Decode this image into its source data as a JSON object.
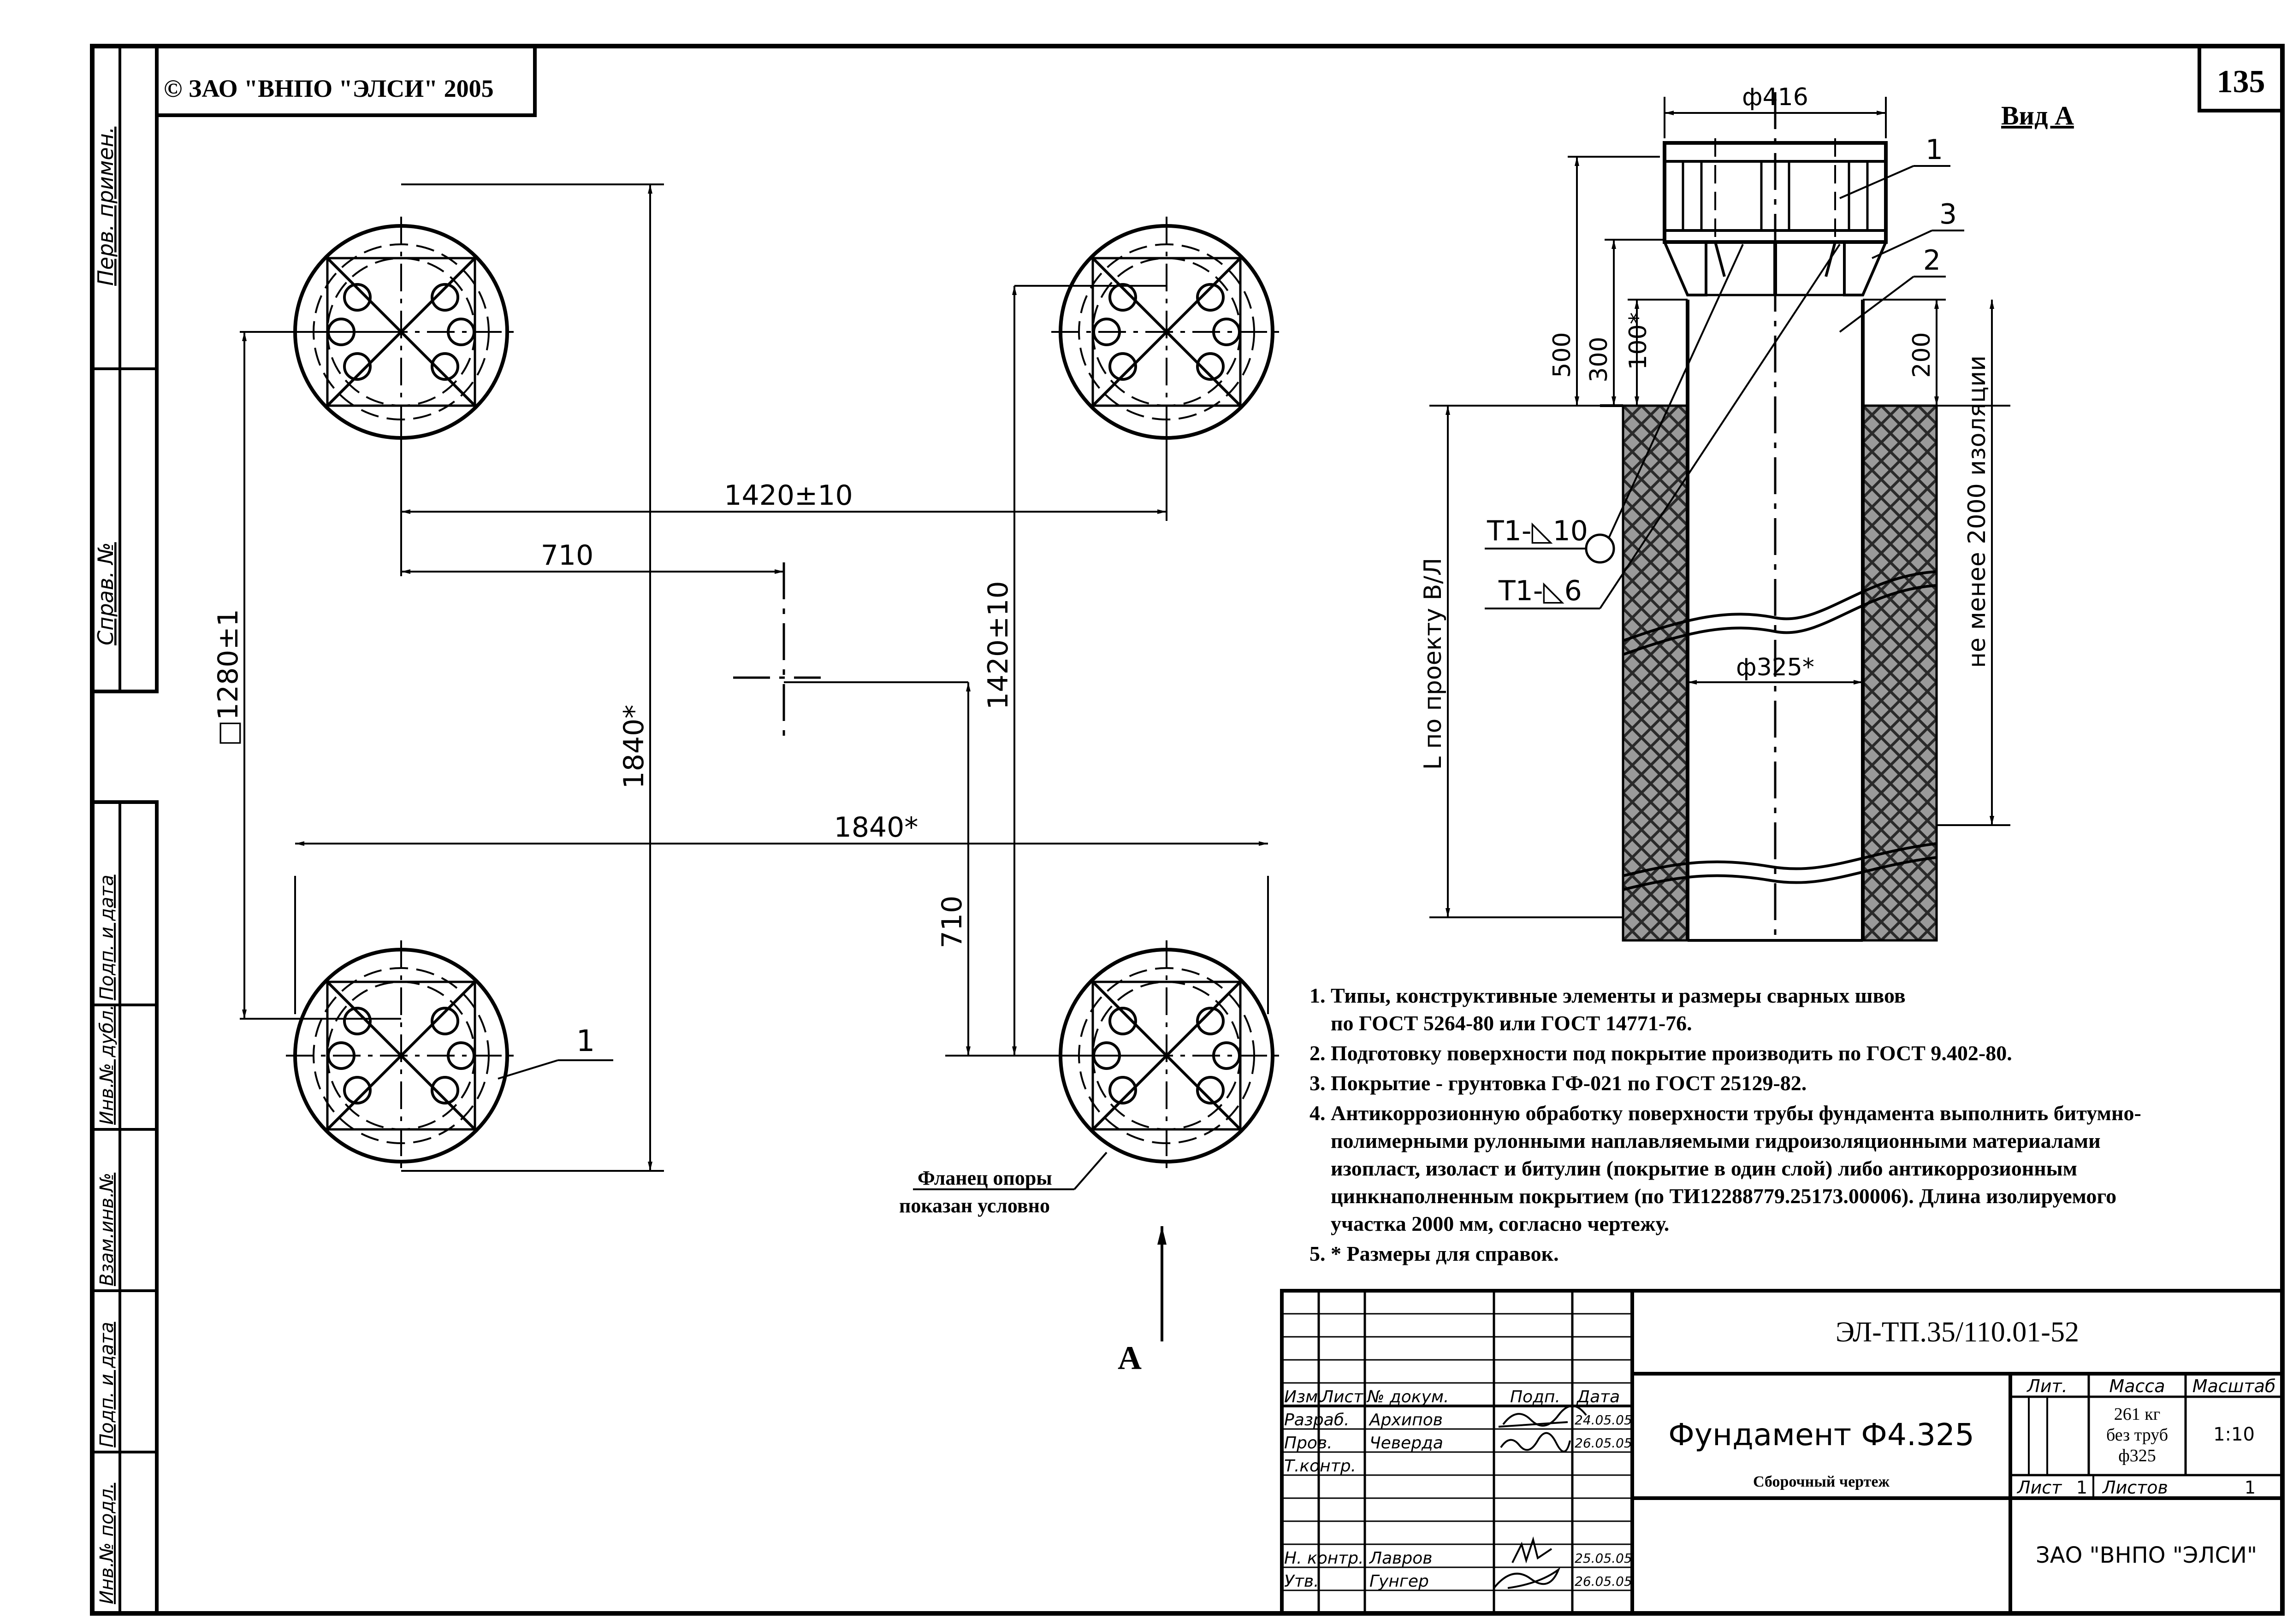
{
  "copyright": "© ЗАО \"ВНПО \"ЭЛСИ\" 2005",
  "sheet_number": "135",
  "view_label": "Вид А",
  "side_stamps": {
    "perv_primen": "Перв. примен.",
    "sprav_no": "Справ. №",
    "podp_i_data_1": "Подп. и дата",
    "inv_no_dubl": "Инв.№ дубл.",
    "vzam_inv_no": "Взам.инв.№",
    "podp_i_data_2": "Подп. и дата",
    "inv_no_podl": "Инв.№ подл."
  },
  "plan_view": {
    "dim_1420_h": "1420±10",
    "dim_710_h": "710",
    "dim_1420_v": "1420±10",
    "dim_1280": "□1280±1",
    "dim_1840_v": "1840*",
    "dim_1840_h": "1840*",
    "dim_710_v": "710",
    "callout_1": "1",
    "flange_note_line1": "Фланец опоры",
    "flange_note_line2": "показан условно",
    "arrow_label": "А"
  },
  "section_view": {
    "dim_d416": "ф416",
    "dim_500": "500",
    "dim_300": "300",
    "dim_100": "100*",
    "dim_200": "200",
    "dim_insulation": "не менее 2000 изоляции",
    "dim_length": "L по проекту В/Л",
    "dim_d325": "ф325*",
    "weld_1": "Т1-◺10",
    "weld_2": "Т1-◺6",
    "callout_1": "1",
    "callout_2": "2",
    "callout_3": "3"
  },
  "notes": [
    "1. Типы, конструктивные элементы и размеры сварных швов",
    "    по ГОСТ 5264-80 или ГОСТ 14771-76.",
    "2. Подготовку поверхности под покрытие производить по ГОСТ 9.402-80.",
    "3. Покрытие - грунтовка ГФ-021 по ГОСТ 25129-82.",
    "4. Антикоррозионную обработку поверхности трубы фундамента выполнить битумно-",
    "    полимерными рулонными наплавляемыми гидроизоляционными материалами",
    "    изопласт, изоласт и битулин (покрытие в один слой) либо антикоррозионным",
    "    цинкнаполненным покрытием (по ТИ12288779.25173.00006). Длина изолируемого",
    "    участка 2000 мм, согласно чертежу.",
    "5. * Размеры для справок."
  ],
  "title_block": {
    "doc_code": "ЭЛ-ТП.35/110.01-52",
    "title": "Фундамент Ф4.325",
    "subtitle": "Сборочный чертеж",
    "col_izm": "Изм.",
    "col_list": "Лист",
    "col_doc": "№ докум.",
    "col_podp": "Подп.",
    "col_data": "Дата",
    "row_razrab": "Разраб.",
    "row_prov": "Пров.",
    "row_tkontr": "Т.контр.",
    "row_nkontr": "Н. контр.",
    "row_utv": "Утв.",
    "name_razrab": "Архипов",
    "name_prov": "Чеверда",
    "name_nkontr": "Лавров",
    "name_utv": "Гунгер",
    "date_razrab": "24.05.05",
    "date_prov": "26.05.05",
    "date_nkontr": "25.05.05",
    "date_utv": "26.05.05",
    "lit_label": "Лит.",
    "mass_label": "Масса",
    "scale_label": "Масштаб",
    "mass_line1": "261 кг",
    "mass_line2": "без труб",
    "mass_line3": "ф325",
    "scale_value": "1:10",
    "sheet_label": "Лист",
    "sheet_value": "1",
    "sheets_label": "Листов",
    "sheets_value": "1",
    "org": "ЗАО \"ВНПО \"ЭЛСИ\""
  }
}
